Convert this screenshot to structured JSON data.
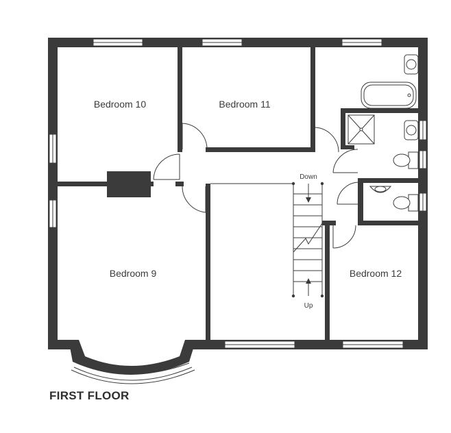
{
  "floor_title": "FIRST FLOOR",
  "rooms": {
    "bedroom_10": "Bedroom 10",
    "bedroom_11": "Bedroom 11",
    "bedroom_9": "Bedroom 9",
    "bedroom_12": "Bedroom 12"
  },
  "stairs": {
    "down_label": "Down",
    "up_label": "Up"
  },
  "colors": {
    "wall": "#3b3b3c",
    "background": "#ffffff"
  }
}
